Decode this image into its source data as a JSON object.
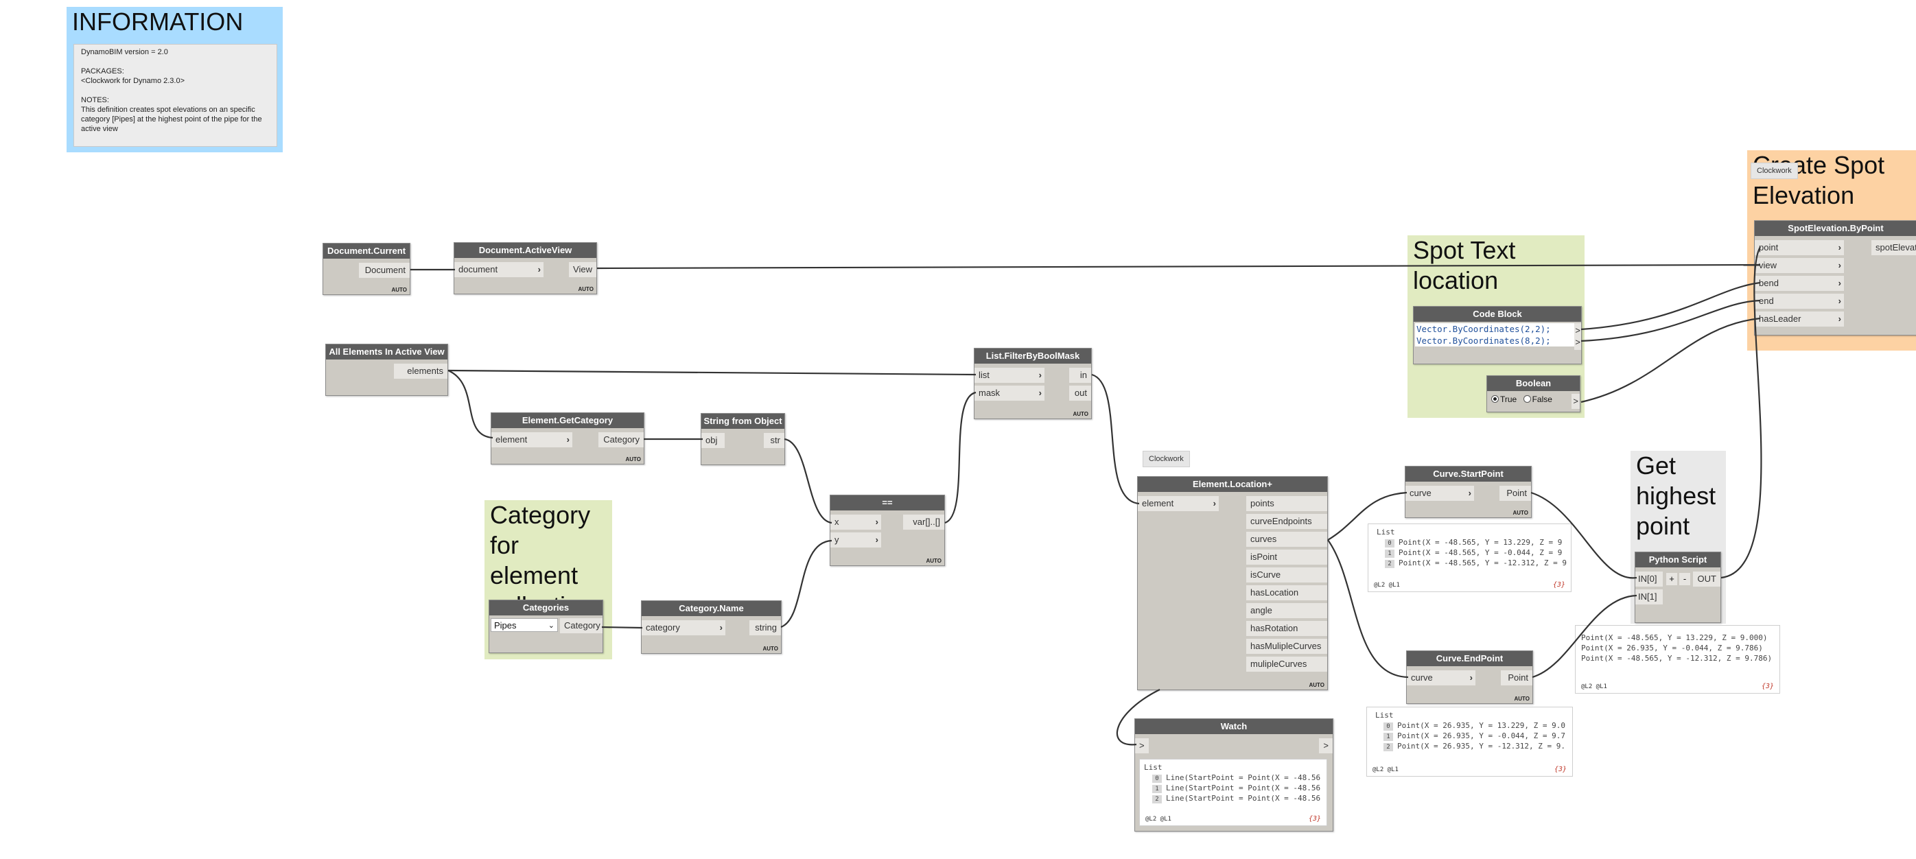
{
  "groups": {
    "information": {
      "title": "INFORMATION",
      "color": "#a9dcff"
    },
    "spot_text": {
      "title": "Spot Text\nlocation",
      "color": "#e1ebc1"
    },
    "category": {
      "title": "Category\nfor element\ncollection",
      "color": "#e1ebc1"
    },
    "get_highest": {
      "title": "Get\nhighest\npoint",
      "color": "#e9e9e9"
    },
    "create_spot": {
      "title": "Create Spot\nElevation",
      "color": "#fdd2a3"
    }
  },
  "info_note": "DynamoBIM version = 2.0\n\nPACKAGES:\n<Clockwork for Dynamo 2.3.0>\n\nNOTES:\nThis definition creates spot elevations on an specific category [Pipes] at the highest point of the pipe for the active view",
  "chips": {
    "clockwork_location": "Clockwork",
    "clockwork_spot": "Clockwork"
  },
  "nodes": {
    "doc_current": {
      "title": "Document.Current",
      "out": "Document",
      "lacing": "AUTO"
    },
    "active_view": {
      "title": "Document.ActiveView",
      "in": "document",
      "out": "View",
      "lacing": "AUTO"
    },
    "all_elements": {
      "title": "All Elements In Active View",
      "out": "elements"
    },
    "get_category": {
      "title": "Element.GetCategory",
      "in": "element",
      "out": "Category",
      "lacing": "AUTO"
    },
    "string_from_object": {
      "title": "String from Object",
      "in": "obj",
      "out": "str"
    },
    "equals": {
      "title": "==",
      "in_x": "x",
      "in_y": "y",
      "out": "var[]..[]",
      "lacing": "AUTO"
    },
    "categories": {
      "title": "Categories",
      "selected": "Pipes",
      "out": "Category"
    },
    "category_name": {
      "title": "Category.Name",
      "in": "category",
      "out": "string",
      "lacing": "AUTO"
    },
    "filter_mask": {
      "title": "List.FilterByBoolMask",
      "in_list": "list",
      "in_mask": "mask",
      "out_in": "in",
      "out_out": "out",
      "lacing": "AUTO"
    },
    "location": {
      "title": "Element.Location+",
      "in": "element",
      "outputs": [
        "points",
        "curveEndpoints",
        "curves",
        "isPoint",
        "isCurve",
        "hasLocation",
        "angle",
        "hasRotation",
        "hasMulipleCurves",
        "mulipleCurves"
      ],
      "lacing": "AUTO"
    },
    "watch": {
      "title": "Watch",
      "in": ">",
      "out": ">"
    },
    "code_block": {
      "title": "Code Block",
      "lines": [
        "Vector.ByCoordinates(2,2);",
        "Vector.ByCoordinates(8,2);"
      ],
      "out": ">"
    },
    "boolean": {
      "title": "Boolean",
      "true_label": "True",
      "false_label": "False",
      "selected": "True",
      "out": ">"
    },
    "start_point": {
      "title": "Curve.StartPoint",
      "in": "curve",
      "out": "Point",
      "lacing": "AUTO"
    },
    "end_point": {
      "title": "Curve.EndPoint",
      "in": "curve",
      "out": "Point",
      "lacing": "AUTO"
    },
    "python": {
      "title": "Python Script",
      "in0": "IN[0]",
      "in1": "IN[1]",
      "plus": "+",
      "minus": "-",
      "out": "OUT"
    },
    "spot_elevation": {
      "title": "SpotElevation.ByPoint",
      "inputs": [
        "point",
        "view",
        "bend",
        "end",
        "hasLeader"
      ],
      "out": "spotElevation"
    }
  },
  "previews": {
    "start_point": {
      "header": "List",
      "items": [
        {
          "index": "0",
          "text": "Point(X = -48.565, Y = 13.229, Z = 9"
        },
        {
          "index": "1",
          "text": "Point(X = -48.565, Y = -0.044, Z = 9"
        },
        {
          "index": "2",
          "text": "Point(X = -48.565, Y = -12.312, Z = 9"
        }
      ],
      "levels": "@L2 @L1",
      "count": "{3}"
    },
    "end_point": {
      "header": "List",
      "items": [
        {
          "index": "0",
          "text": "Point(X = 26.935, Y = 13.229, Z = 9.0"
        },
        {
          "index": "1",
          "text": "Point(X = 26.935, Y = -0.044, Z = 9.7"
        },
        {
          "index": "2",
          "text": "Point(X = 26.935, Y = -12.312, Z = 9."
        }
      ],
      "levels": "@L2 @L1",
      "count": "{3}"
    },
    "python": {
      "items": [
        "Point(X = -48.565, Y = 13.229, Z = 9.000)",
        "Point(X = 26.935, Y = -0.044, Z = 9.786)",
        "Point(X = -48.565, Y = -12.312, Z = 9.786)"
      ],
      "levels": "@L2 @L1",
      "count": "{3}"
    },
    "watch": {
      "header": "List",
      "items": [
        {
          "index": "0",
          "text": "Line(StartPoint = Point(X = -48.56"
        },
        {
          "index": "1",
          "text": "Line(StartPoint = Point(X = -48.56"
        },
        {
          "index": "2",
          "text": "Line(StartPoint = Point(X = -48.56"
        }
      ],
      "levels": "@L2 @L1",
      "count": "{3}"
    }
  }
}
